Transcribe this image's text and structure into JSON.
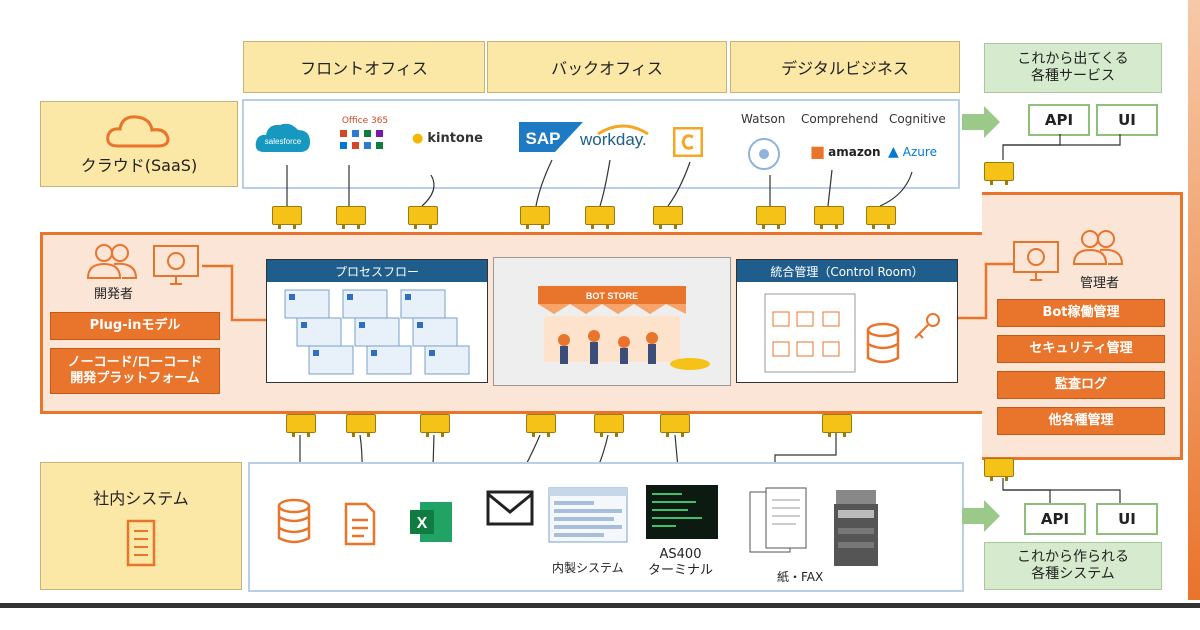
{
  "categories": [
    "フロントオフィス",
    "バックオフィス",
    "デジタルビジネス"
  ],
  "cloud_label": "クラウド(SaaS)",
  "onprem_label": "社内システム",
  "future_services": {
    "title": "これから出てくる各種サービス",
    "api": "API",
    "ui": "UI"
  },
  "future_systems": {
    "title": "これから作られる各種システム",
    "api": "API",
    "ui": "UI"
  },
  "saas_logos": [
    "salesforce",
    "Office 365",
    "kintone",
    "SAP",
    "workday.",
    "Watson",
    "Comprehend",
    "Cognitive",
    "amazon",
    "Azure"
  ],
  "developer": {
    "label": "開発者",
    "btn1": "Plug-inモデル",
    "btn2_line1": "ノーコード/ローコード",
    "btn2_line2": "開発プラットフォーム"
  },
  "process_flow": "プロセスフロー",
  "bot_store": "BOT STORE",
  "control_room": "統合管理（Control Room）",
  "admin": {
    "label": "管理者",
    "items": [
      "Bot稼働管理",
      "セキュリティ管理",
      "監査ログ",
      "他各種管理"
    ]
  },
  "onprem_items": {
    "internal": "内製システム",
    "as400_line1": "AS400",
    "as400_line2": "ターミナル",
    "paper": "紙・FAX"
  },
  "colors": {
    "orange": "#e9742b",
    "yellow": "#fbe7a6",
    "green": "#d6ebcd",
    "connector": "#f5c218"
  }
}
